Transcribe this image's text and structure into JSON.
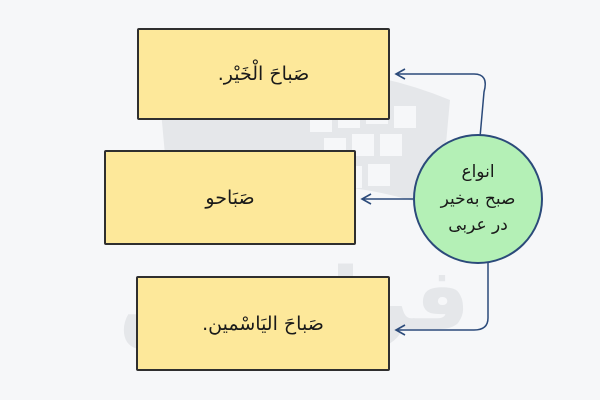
{
  "center": {
    "lines": [
      "انواع",
      "صبح به‌خیر",
      "در عربی"
    ]
  },
  "boxes": [
    "صَباحَ الْخَیْر.",
    "صَبَاحو",
    "صَباحَ اليَاسْمين."
  ],
  "watermark": {
    "text": "فرادرس"
  },
  "colors": {
    "box_fill": "#fde89a",
    "circle_fill": "#b4f0b6",
    "arrow": "#2b4a7a",
    "border": "#2f2f2f"
  }
}
